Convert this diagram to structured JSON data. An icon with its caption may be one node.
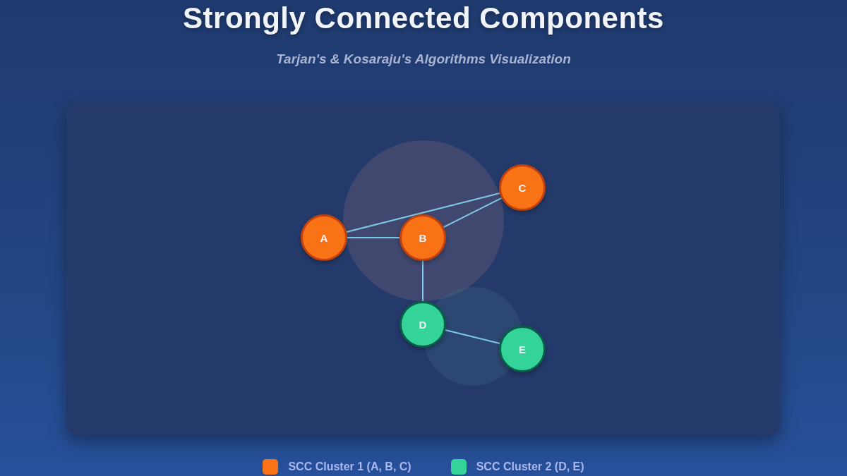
{
  "diagram": {
    "title": "Strongly Connected Components",
    "caption": "Tarjan's & Kosaraju's Algorithms Visualization",
    "nodes": [
      {
        "text": [
          "A"
        ]
      },
      {
        "text": [
          "B"
        ]
      },
      {
        "text": [
          "C"
        ]
      },
      {
        "text": [
          "D"
        ]
      },
      {
        "text": [
          "E"
        ]
      }
    ],
    "edges": [
      {
        "from": 0,
        "to": 2,
        "arrow": "none"
      },
      {
        "from": 0,
        "to": 1,
        "arrow": "none"
      },
      {
        "from": 1,
        "to": 2,
        "arrow": "none"
      },
      {
        "from": 1,
        "to": 3,
        "arrow": "none"
      },
      {
        "from": 3,
        "to": 4,
        "arrow": "none"
      }
    ],
    "legend": [
      {
        "text": "SCC Cluster 1 (A, B, C)",
        "color": "#f97316"
      },
      {
        "text": "SCC Cluster 2 (D, E)",
        "color": "#34d399"
      }
    ]
  }
}
